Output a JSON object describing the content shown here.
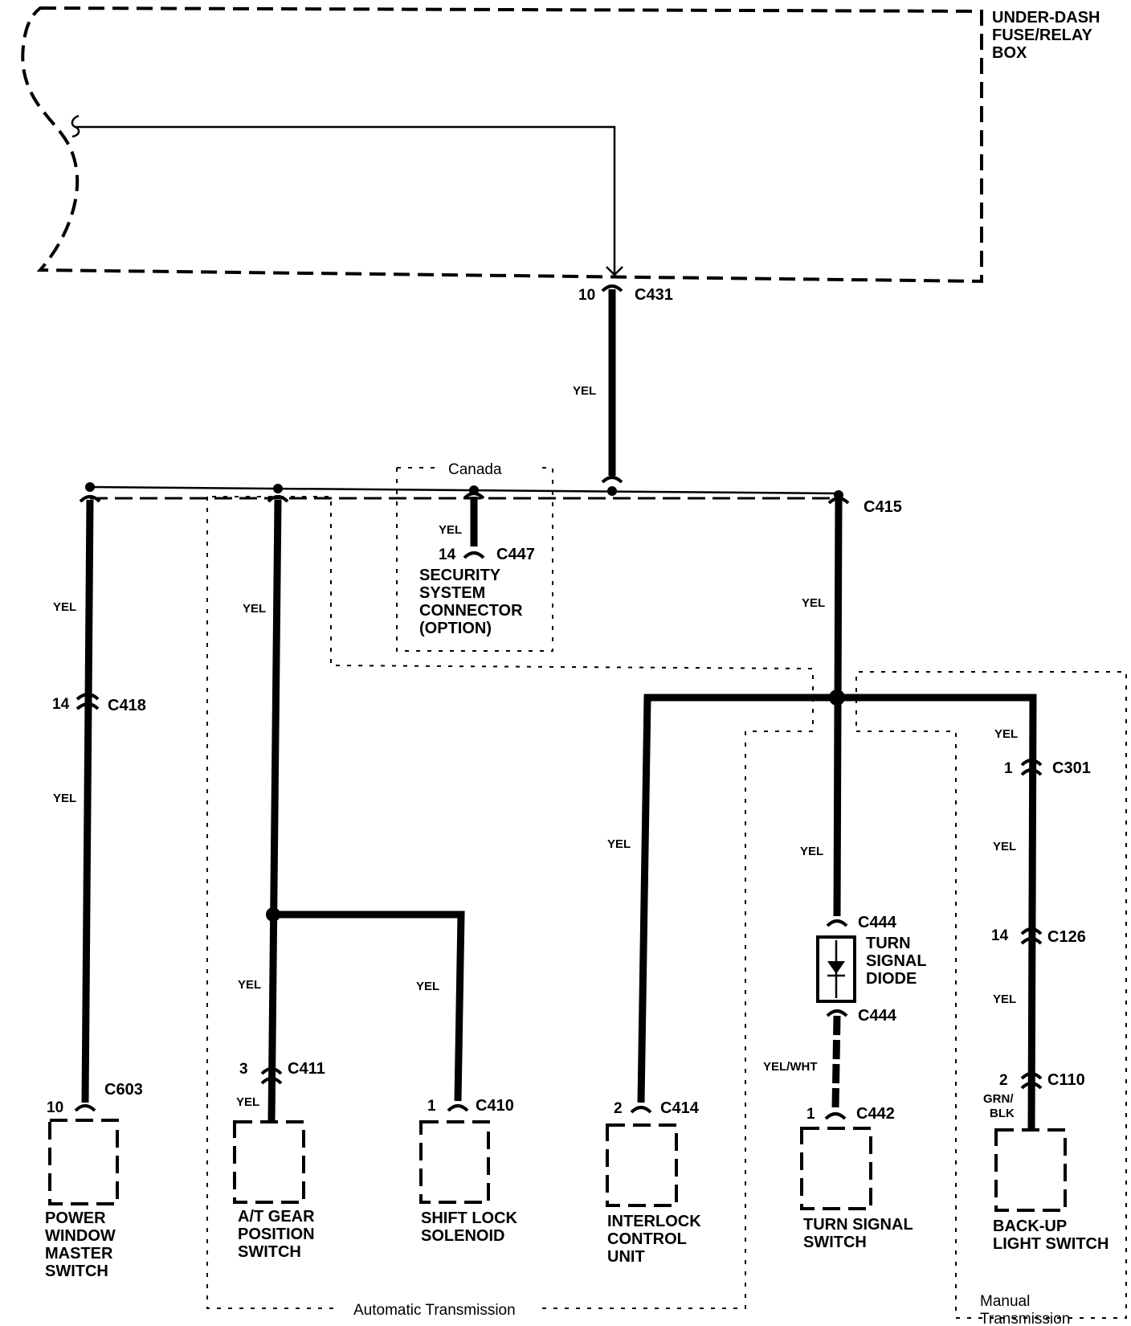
{
  "fuse_box": {
    "label": [
      "UNDER-DASH",
      "FUSE/RELAY",
      "BOX"
    ]
  },
  "trunk": {
    "pin": "10",
    "connector": "C431",
    "wire": "YEL"
  },
  "regions": {
    "canada": "Canada",
    "automatic": "Automatic Transmission",
    "manual": [
      "Manual",
      "Transmission"
    ]
  },
  "splice": {
    "connector": "C415"
  },
  "security": {
    "wire": "YEL",
    "pin": "14",
    "connector": "C447",
    "label": [
      "SECURITY",
      "SYSTEM",
      "CONNECTOR",
      "(OPTION)"
    ]
  },
  "power_window": {
    "wire_upper": "YEL",
    "inline_pin": "14",
    "inline_connector": "C418",
    "wire_lower": "YEL",
    "pin": "10",
    "connector": "C603",
    "label": [
      "POWER",
      "WINDOW",
      "MASTER",
      "SWITCH"
    ]
  },
  "at_gear": {
    "wire_upper": "YEL",
    "wire_lower": "YEL",
    "pin": "3",
    "connector": "C411",
    "wire_end": "YEL",
    "label": [
      "A/T GEAR",
      "POSITION",
      "SWITCH"
    ]
  },
  "shift_lock": {
    "wire": "YEL",
    "pin": "1",
    "connector": "C410",
    "label": [
      "SHIFT LOCK",
      "SOLENOID"
    ]
  },
  "interlock": {
    "wire": "YEL",
    "pin": "2",
    "connector": "C414",
    "label": [
      "INTERLOCK",
      "CONTROL",
      "UNIT"
    ]
  },
  "c415_branch": {
    "wire": "YEL"
  },
  "turn_signal": {
    "wire_upper": "YEL",
    "diode_connector_top": "C444",
    "diode_label": [
      "TURN",
      "SIGNAL",
      "DIODE"
    ],
    "diode_connector_bottom": "C444",
    "wire_lower": "YEL/WHT",
    "pin": "1",
    "connector": "C442",
    "label": [
      "TURN SIGNAL",
      "SWITCH"
    ]
  },
  "backup": {
    "wire_1": "YEL",
    "pin_1": "1",
    "connector_1": "C301",
    "wire_2": "YEL",
    "pin_2": "14",
    "connector_2": "C126",
    "wire_3": "YEL",
    "pin_3": "2",
    "connector_3": "C110",
    "wire_end": [
      "GRN/",
      "BLK"
    ],
    "label": [
      "BACK-UP",
      "LIGHT SWITCH"
    ]
  }
}
